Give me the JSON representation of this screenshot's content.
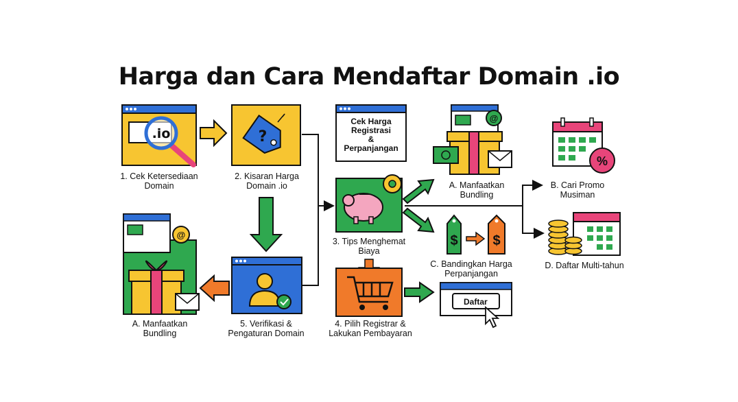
{
  "title": "Harga dan Cara Mendaftar Domain .io",
  "steps": {
    "s1": {
      "line1": "1. Cek Ketersediaan",
      "line2": "Domain",
      "icon_text": ".io"
    },
    "s2": {
      "line1": "2. Kisaran Harga",
      "line2": "Domain .io",
      "icon_text": "?"
    },
    "s3": {
      "line1": "3. Tips Menghemat",
      "line2": "Biaya"
    },
    "s4": {
      "line1": "4. Pilih Registrar &",
      "line2": "Lakukan Pembayaran"
    },
    "s5": {
      "line1": "5. Verifikasi &",
      "line2": "Pengaturan Domain"
    }
  },
  "price_note": {
    "line1": "Cek Harga",
    "line2": "Registrasi",
    "line3": "&",
    "line4": "Perpanjangan"
  },
  "tips": {
    "a_top": {
      "line1": "A. Manfaatkan",
      "line2": "Bundling"
    },
    "b": {
      "line1": "B. Cari Promo",
      "line2": "Musiman"
    },
    "c": {
      "line1": "C. Bandingkan Harga",
      "line2": "Perpanjangan"
    },
    "d": {
      "line1": "D. Daftar Multi-tahun"
    },
    "a_left": {
      "line1": "A. Manfaatkan",
      "line2": "Bundling"
    }
  },
  "daftar_button": "Daftar",
  "icons": [
    "magnifier-icon",
    "price-tag-icon",
    "piggy-bank-icon",
    "gear-icon",
    "shopping-cart-icon",
    "user-verify-icon",
    "gift-icon",
    "calendar-icon",
    "percent-badge-icon",
    "dollar-tag-icon",
    "coin-stack-icon",
    "cursor-icon",
    "email-icon",
    "at-sign-icon"
  ],
  "colors": {
    "yellow": "#f7c531",
    "blue": "#2f6fd6",
    "green": "#2fa84f",
    "orange": "#f07a2a",
    "pink": "#e8457a",
    "dark": "#111111"
  }
}
